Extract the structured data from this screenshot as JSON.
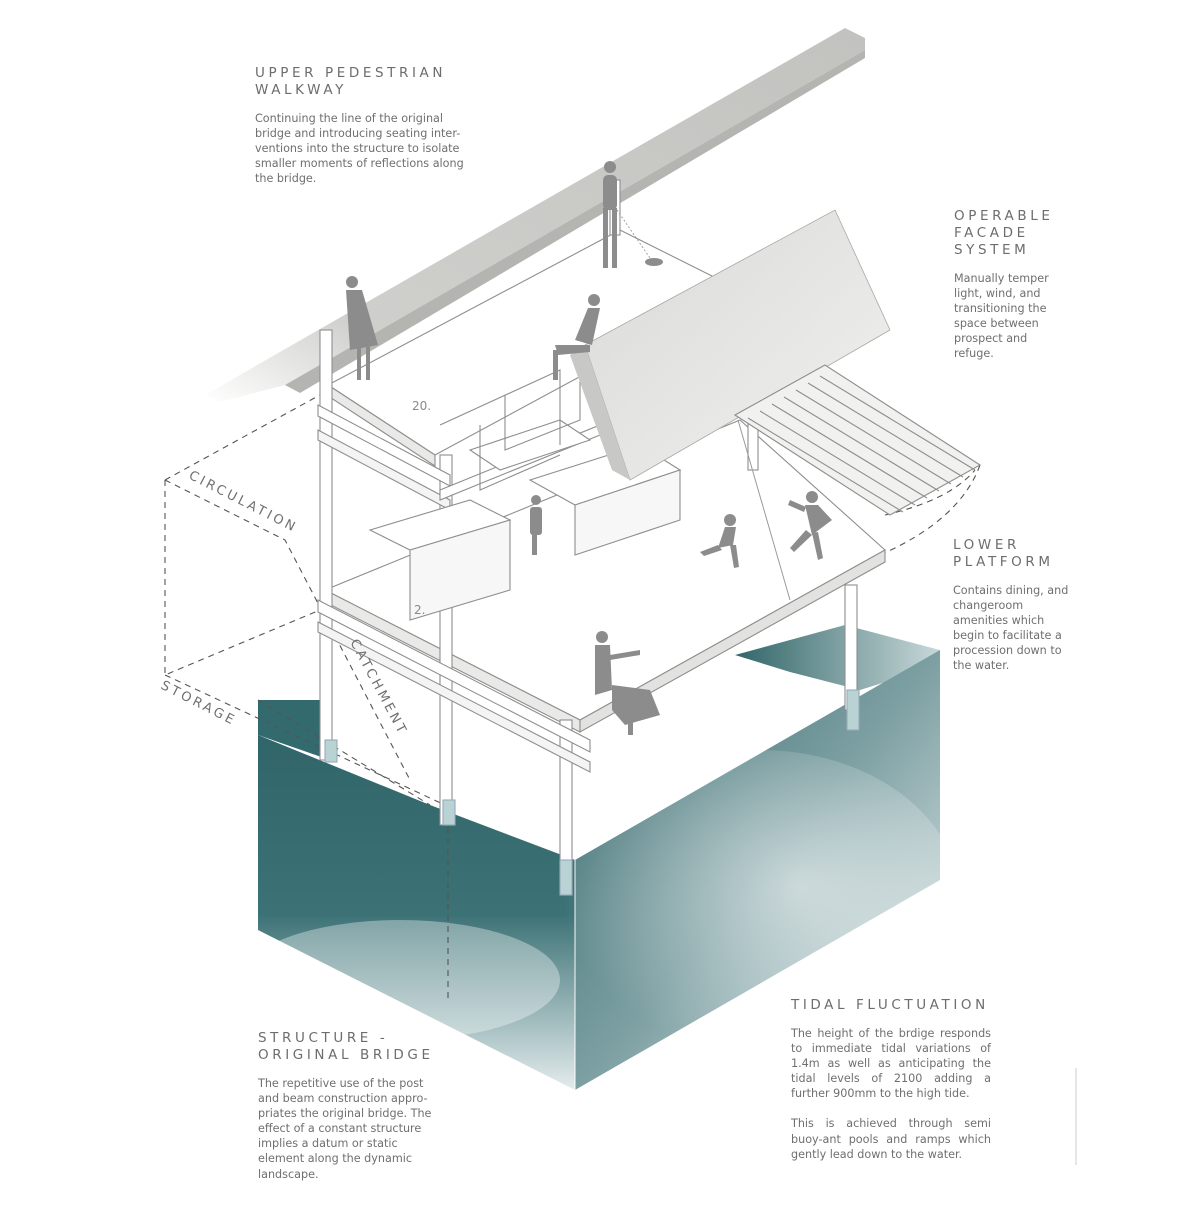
{
  "annotations": {
    "upper_walkway": {
      "title_lines": [
        "UPPER PEDESTRIAN",
        "WALKWAY"
      ],
      "body": "Continuing the line of the original bridge and introducing seating inter-ventions into the structure to isolate smaller moments of reflections along the bridge."
    },
    "operable_facade": {
      "title_lines": [
        "OPERABLE",
        "FACADE",
        "SYSTEM"
      ],
      "body": "Manually temper light, wind, and transitioning the space between prospect and refuge."
    },
    "lower_platform": {
      "title_lines": [
        "LOWER",
        "PLATFORM"
      ],
      "body": "Contains dining, and changeroom amenities which begin to facilitate a procession down to the water."
    },
    "tidal_fluctuation": {
      "title_lines": [
        "TIDAL FLUCTUATION"
      ],
      "body_paragraphs": [
        "The height of the brdige responds to immediate tidal variations of 1.4m as well as anticipating the tidal levels of 2100 adding a further 900mm to the high tide.",
        "This is achieved through semi buoy-ant pools and ramps which gently lead down to the water."
      ]
    },
    "structure": {
      "title_lines": [
        "STRUCTURE -",
        "ORIGINAL BRIDGE"
      ],
      "body": "The repetitive use of the post and beam construction appro-priates the original bridge. The effect of a constant structure implies a datum or static element along the dynamic landscape."
    }
  },
  "diagram_labels": {
    "circulation": "CIRCULATION",
    "storage": "STORAGE",
    "catchment": "CATCHMENT",
    "level_upper": "20.",
    "level_lower": "2."
  },
  "colors": {
    "water_dark": "#2f6469",
    "water_light": "#dfe9ea",
    "timber": "#d8d8d6",
    "line": "#9a9a9a",
    "figure": "#8c8c8c"
  }
}
